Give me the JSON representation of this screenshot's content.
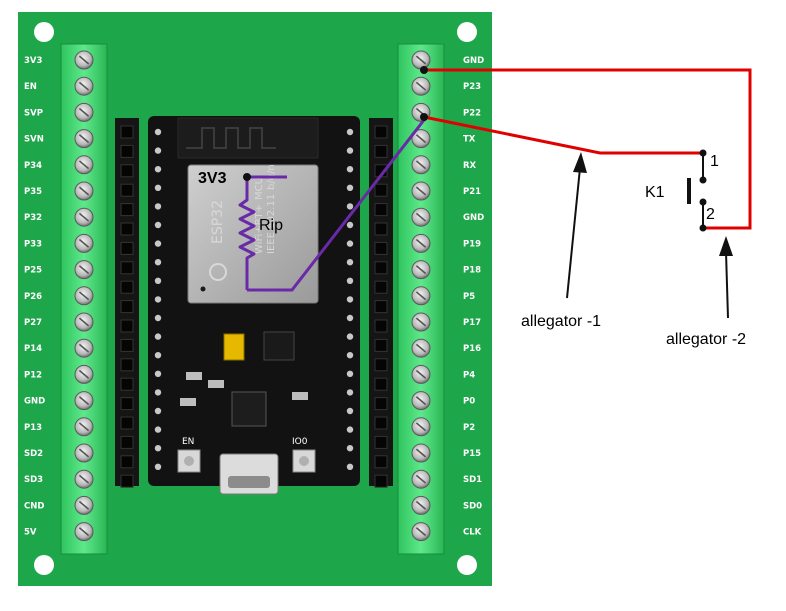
{
  "board": {
    "left_pins": [
      "3V3",
      "EN",
      "SVP",
      "SVN",
      "P34",
      "P35",
      "P32",
      "P33",
      "P25",
      "P26",
      "P27",
      "P14",
      "P12",
      "GND",
      "P13",
      "SD2",
      "SD3",
      "CND",
      "5V"
    ],
    "right_pins": [
      "GND",
      "P23",
      "P22",
      "TX",
      "RX",
      "P21",
      "GND",
      "P19",
      "P18",
      "P5",
      "P17",
      "P16",
      "P4",
      "P0",
      "P2",
      "P15",
      "SD1",
      "SD0",
      "CLK"
    ],
    "module_text": {
      "brand": "ESP32",
      "line1": "WiFi+BT+",
      "line1b": "MCU",
      "line2": "IEEE 802.11",
      "line2b": "b/g/n"
    },
    "button_left_label": "EN",
    "button_right_label": "IO0",
    "colors": {
      "pcb": "#1ea64a",
      "terminal": "#44dd77",
      "wire_red": "#e00000",
      "wire_purple": "#6a2aa8"
    }
  },
  "annotations": {
    "v3v3": "3V3",
    "resistor": "Rip",
    "switch": "K1",
    "contact1": "1",
    "contact2": "2",
    "arrow1": "allegator -1",
    "arrow2": "allegator -2"
  }
}
